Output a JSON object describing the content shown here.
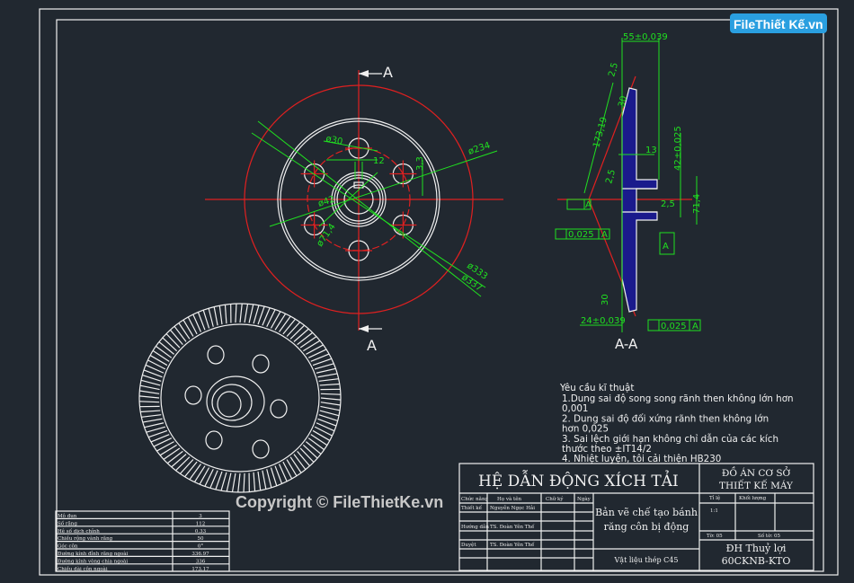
{
  "logo": {
    "text": "FileThiết Kế.vn"
  },
  "watermark": {
    "text": "Copyright © FileThietKe.vn"
  },
  "colors": {
    "background": "#212830",
    "dimension": "#20e020",
    "centerline": "#e02020",
    "outline": "#f0f0f0",
    "section_fill": "#1a1a8c"
  },
  "front_view": {
    "section_mark": "A",
    "dims": [
      "ø30",
      "12",
      "3,3",
      "ø234",
      "ø42",
      "ø71,4",
      "ø333",
      "ø337"
    ]
  },
  "section_view": {
    "title": "A-A",
    "dims": {
      "width": "55±0,039",
      "slant": "173,19",
      "face": "30",
      "face_bottom": "30",
      "hub": "13",
      "bore": "42±0,025",
      "hub_dia": "71,4",
      "hub_len": "24±0,039",
      "rough1": "2,5",
      "rough2": "2,5",
      "rough3": "2,5"
    },
    "tolerances": {
      "cyl": "A",
      "perp_value": "0,025",
      "perp_datum": "A",
      "runout_value": "0,025",
      "runout_datum": "A"
    },
    "datum": "A"
  },
  "requirements": {
    "title": "Yêu cầu kĩ thuật",
    "lines": [
      "1.Dung sai độ song song rãnh then không lớn hơn",
      "  0,001",
      "2.  Dung sai độ đối xứng rãnh then không lớn",
      "  hơn 0,025",
      "3.  Sai lệch giới hạn không chỉ dẫn của các kích",
      "  thước theo ±IT14/2",
      "4.  Nhiệt luyện, tôi cải thiện HB230"
    ]
  },
  "params": [
    {
      "name": "Mô đun",
      "value": "3"
    },
    {
      "name": "Số răng",
      "value": "112"
    },
    {
      "name": "Hệ số dịch chỉnh",
      "value": "0.33"
    },
    {
      "name": "Chiều rộng vành răng",
      "value": "50"
    },
    {
      "name": "Góc côn",
      "value": "0°"
    },
    {
      "name": "Đường kính đỉnh răng ngoài",
      "value": "336.97"
    },
    {
      "name": "Đường kính vòng chia ngoài",
      "value": "336"
    },
    {
      "name": "Chiều dài côn ngoài",
      "value": "173.17"
    }
  ],
  "title_block": {
    "project": "HỆ DẪN ĐỘNG XÍCH TẢI",
    "course1": "ĐỒ ÁN CƠ SỞ",
    "course2": "THIẾT KẾ MÁY",
    "headers": [
      "Chức năng",
      "Họ và tên",
      "Chữ ký",
      "Ngày"
    ],
    "rows": [
      {
        "role": "Thiết kế",
        "name": "Nguyễn Ngọc Hải"
      },
      {
        "role": "Hướng dẫn",
        "name": "TS. Đoàn Yên Thế"
      },
      {
        "role": "Duyệt",
        "name": "TS. Đoàn Yên Thế"
      }
    ],
    "drawing1": "Bản vẽ chế tạo bánh",
    "drawing2": "răng côn bị động",
    "material": "Vật liệu thép C45",
    "scale_label": "Tỉ lệ",
    "mass_label": "Khối lượng",
    "scale": "1:1",
    "sheet": "Tờ: 05",
    "sheets": "Số tờ: 05",
    "school": "ĐH Thuỷ lợi",
    "class": "60CKNB-KTO"
  }
}
